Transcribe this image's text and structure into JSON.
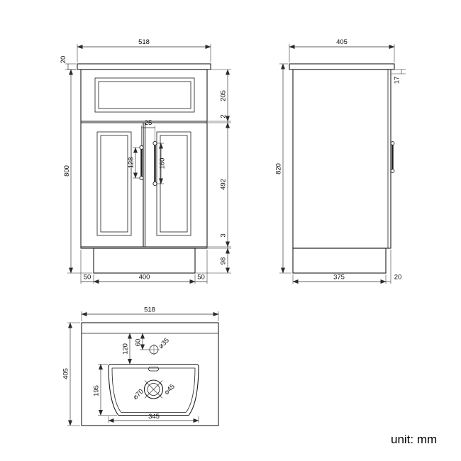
{
  "unit_note": "unit: mm",
  "front_view": {
    "dims": {
      "overall_width": "518",
      "counter_thickness": "20",
      "body_height": "800",
      "drawer_section_height": "205",
      "top_gap": "2",
      "handle_spacing": "25",
      "left_handle_length": "128",
      "right_handle_length": "160",
      "door_height": "492",
      "bottom_gap": "3",
      "plinth_height": "98",
      "plinth_inset_left": "50",
      "plinth_width": "400",
      "plinth_inset_right": "50"
    }
  },
  "side_view": {
    "dims": {
      "overall_depth": "405",
      "counter_edge_detail": "17",
      "overall_height": "820",
      "plinth_depth": "375",
      "plinth_setback": "20"
    }
  },
  "plan_view": {
    "dims": {
      "overall_width": "518",
      "overall_depth": "405",
      "basin_from_back": "120",
      "faucet_from_back": "60",
      "faucet_hole_dia": "⌀35",
      "basin_depth": "195",
      "waste_outer_dia": "⌀70",
      "waste_inner_dia": "⌀45",
      "basin_width": "345"
    }
  }
}
